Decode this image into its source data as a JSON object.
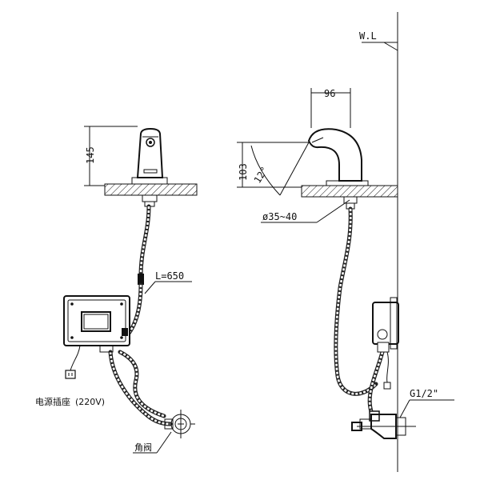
{
  "labels": {
    "wall_line": "W.L",
    "dim_width": "96",
    "dim_height_front": "145",
    "dim_height_side": "103",
    "dim_angle": "12°",
    "dim_hole": "ø35~40",
    "hose_length": "L=650",
    "thread": "G1/2\"",
    "power_socket": "电源插座",
    "voltage": "(220V)",
    "angle_valve": "角阀"
  }
}
